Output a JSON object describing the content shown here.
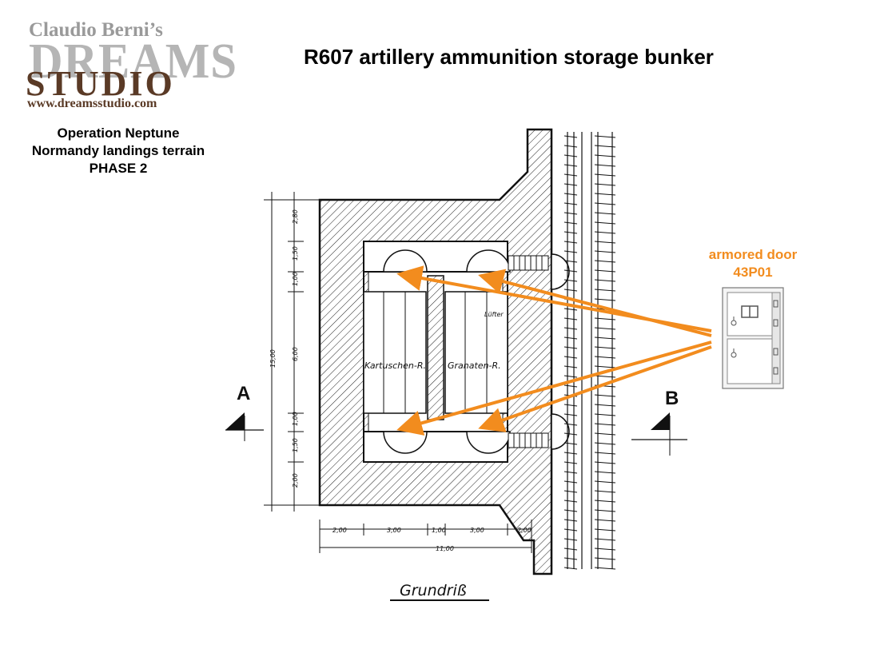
{
  "logo": {
    "line1": "Claudio Berni’s",
    "line2": "DREAMS",
    "line3": "STUDIO",
    "url": "www.dreamsstudio.com"
  },
  "title": "R607 artillery ammunition storage bunker",
  "subtitle": {
    "line1": "Operation Neptune",
    "line2": "Normandy landings terrain",
    "line3": "PHASE 2"
  },
  "callout": {
    "line1": "armored door",
    "line2": "43P01",
    "color": "#f28c1e"
  },
  "plan": {
    "room_left": "Kartuschen-R.",
    "room_right": "Granaten-R.",
    "vent_label": "Lüfter",
    "section_a": "A",
    "section_b": "B",
    "caption": "Grundriß",
    "dims_vertical": [
      "2,80",
      "1,50",
      "1,00",
      "6,00",
      "1,00",
      "1,50",
      "2,00"
    ],
    "dim_total_vertical": "15,00",
    "dims_horizontal": [
      "2,00",
      "3,00",
      "1,00",
      "3,00",
      "2,00"
    ],
    "dim_total_horizontal": "11,00"
  }
}
